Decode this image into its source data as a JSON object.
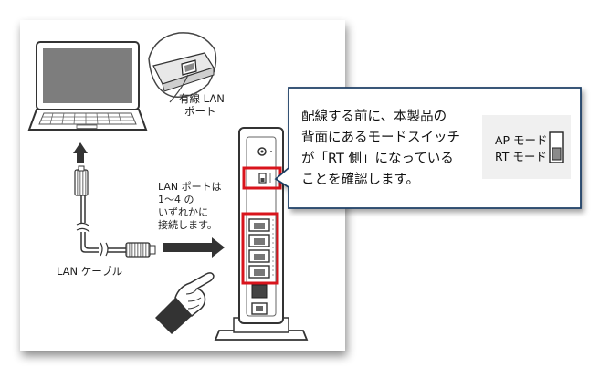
{
  "diagram": {
    "wired_lan_port_label": [
      "有線 LAN",
      "ポート"
    ],
    "lan_port_instruction": [
      "LAN ポートは",
      "1〜4 の",
      "いずれかに",
      "接続します。"
    ],
    "lan_cable_label": "LAN ケーブル",
    "callout": {
      "lines": [
        "配線する前に、本製品の",
        "背面にあるモードスイッチ",
        "が「RT 側」になっている",
        "ことを確認します。"
      ],
      "switch_labels": {
        "ap": "AP モード",
        "rt": "RT モード"
      }
    },
    "colors": {
      "highlight": "#d9141c",
      "callout_border": "#1f3f66",
      "switch_panel_bg": "#f0f0f0",
      "switch_rt_fill": "#8a8a8a"
    }
  }
}
